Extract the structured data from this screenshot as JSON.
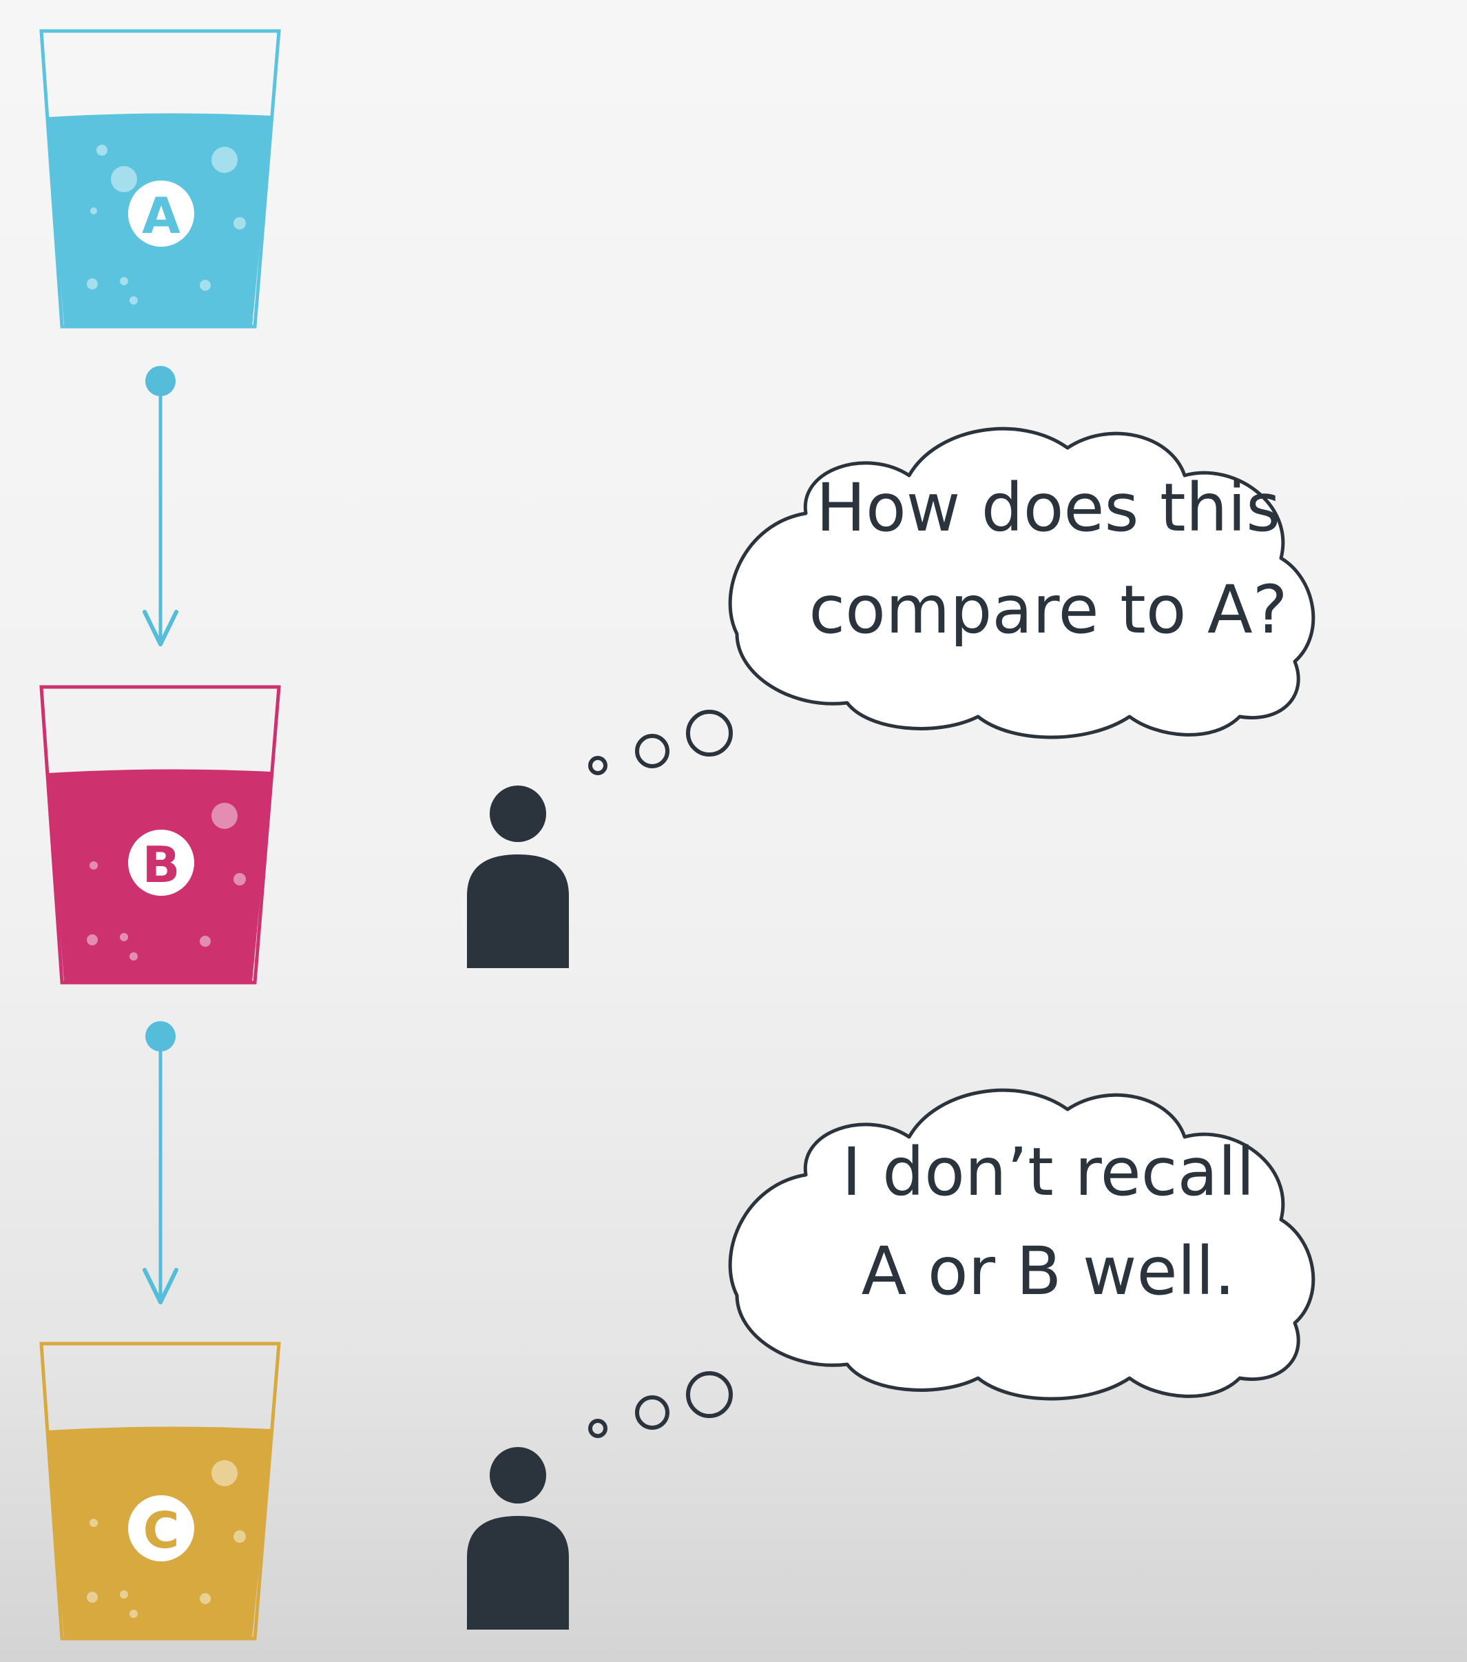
{
  "colors": {
    "background": "#f1f1f1",
    "arrow": "#55bcd9",
    "person": "#2b333c",
    "bubble_stroke": "#2b333c",
    "bubble_fill": "#ffffff",
    "text": "#2b333c"
  },
  "cups": [
    {
      "letter": "A",
      "color": "#5bc3de"
    },
    {
      "letter": "B",
      "color": "#cd326f"
    },
    {
      "letter": "C",
      "color": "#d7a93f"
    }
  ],
  "thoughts": [
    {
      "line1": "How does this",
      "line2": "compare to A?"
    },
    {
      "line1": "I don’t recall",
      "line2": "A or B well."
    }
  ]
}
